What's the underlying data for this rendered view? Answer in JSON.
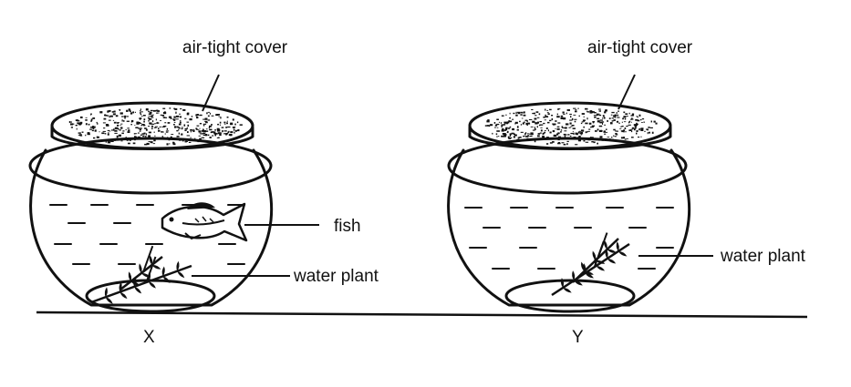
{
  "bowls": [
    {
      "id": "X",
      "caption": "X",
      "labels": {
        "cover": "air-tight cover",
        "fish": "fish",
        "plant": "water plant"
      },
      "contains_fish": true
    },
    {
      "id": "Y",
      "caption": "Y",
      "labels": {
        "cover": "air-tight cover",
        "plant": "water plant"
      },
      "contains_fish": false
    }
  ],
  "colors": {
    "ink": "#111111",
    "background": "#ffffff"
  }
}
